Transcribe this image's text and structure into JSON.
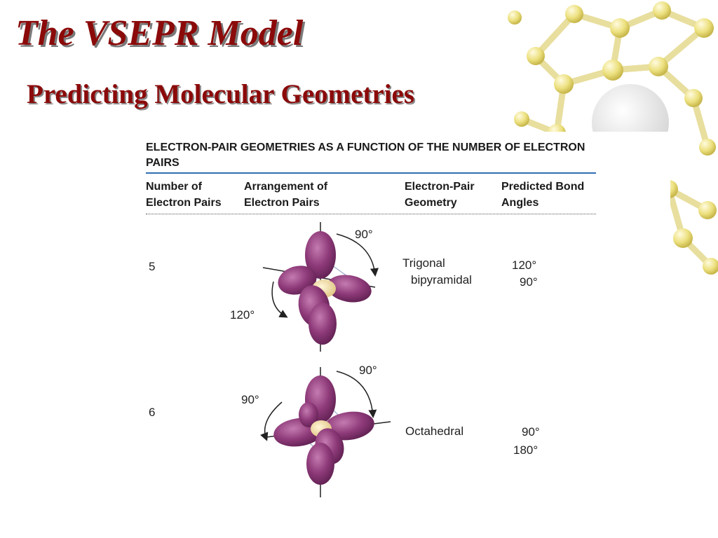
{
  "slide": {
    "title": "The VSEPR Model",
    "subtitle": "Predicting Molecular Geometries"
  },
  "table": {
    "title": "ELECTRON-PAIR GEOMETRIES AS A FUNCTION OF THE NUMBER OF ELECTRON PAIRS",
    "headers": {
      "col1": "Number of Electron Pairs",
      "col2": "Arrangement of Electron Pairs",
      "col3": "Electron-Pair Geometry",
      "col4": "Predicted Bond Angles"
    },
    "rows": [
      {
        "pairs": "5",
        "geometry_line1": "Trigonal",
        "geometry_line2": "bipyramidal",
        "angle1": "120°",
        "angle2": "90°",
        "diagram_angle_top": "90°",
        "diagram_angle_side": "120°"
      },
      {
        "pairs": "6",
        "geometry_line1": "Octahedral",
        "angle1": "90°",
        "angle2": "180°",
        "diagram_angle_top": "90°",
        "diagram_angle_side": "90°"
      }
    ]
  },
  "colors": {
    "title": "#8b0a0a",
    "lobe": "#8e3a79",
    "rule": "#2f6db3",
    "molecule_atom": "#e8dc7a"
  },
  "icons": {
    "background": "fullerene-molecule-image",
    "diagram_5": "trigonal-bipyramidal-orbital-diagram",
    "diagram_6": "octahedral-orbital-diagram"
  }
}
